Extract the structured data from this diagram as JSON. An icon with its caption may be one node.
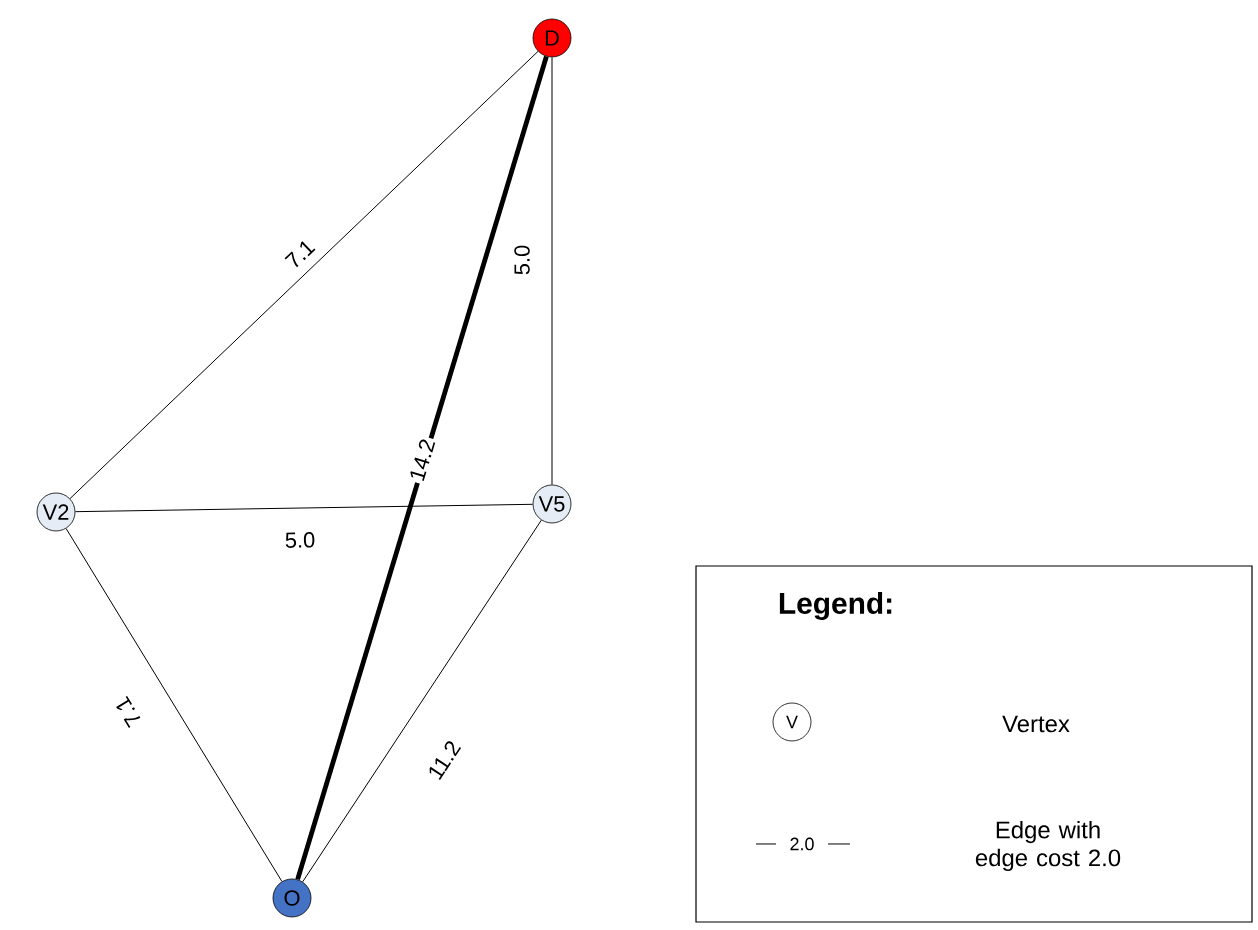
{
  "diagram": {
    "nodes": [
      {
        "text": [
          "D"
        ]
      },
      {
        "text": [
          "V2"
        ]
      },
      {
        "text": [
          "V5"
        ]
      },
      {
        "text": [
          "O"
        ]
      }
    ],
    "edges": [
      {
        "from": 0,
        "to": 1,
        "arrow": "none",
        "label": "7.1"
      },
      {
        "from": 0,
        "to": 2,
        "arrow": "none",
        "label": "5.0"
      },
      {
        "from": 0,
        "to": 3,
        "arrow": "none",
        "label": "14.2",
        "style": "thick"
      },
      {
        "from": 1,
        "to": 2,
        "arrow": "none",
        "label": "5.0"
      },
      {
        "from": 1,
        "to": 3,
        "arrow": "none",
        "label": "7.1"
      },
      {
        "from": 2,
        "to": 3,
        "arrow": "none",
        "label": "11.2"
      }
    ],
    "labels": [
      "Legend:",
      "V",
      "2.0"
    ],
    "legend": [
      {
        "text": "Vertex"
      },
      {
        "text": "Edge with edge cost 2.0"
      }
    ]
  }
}
